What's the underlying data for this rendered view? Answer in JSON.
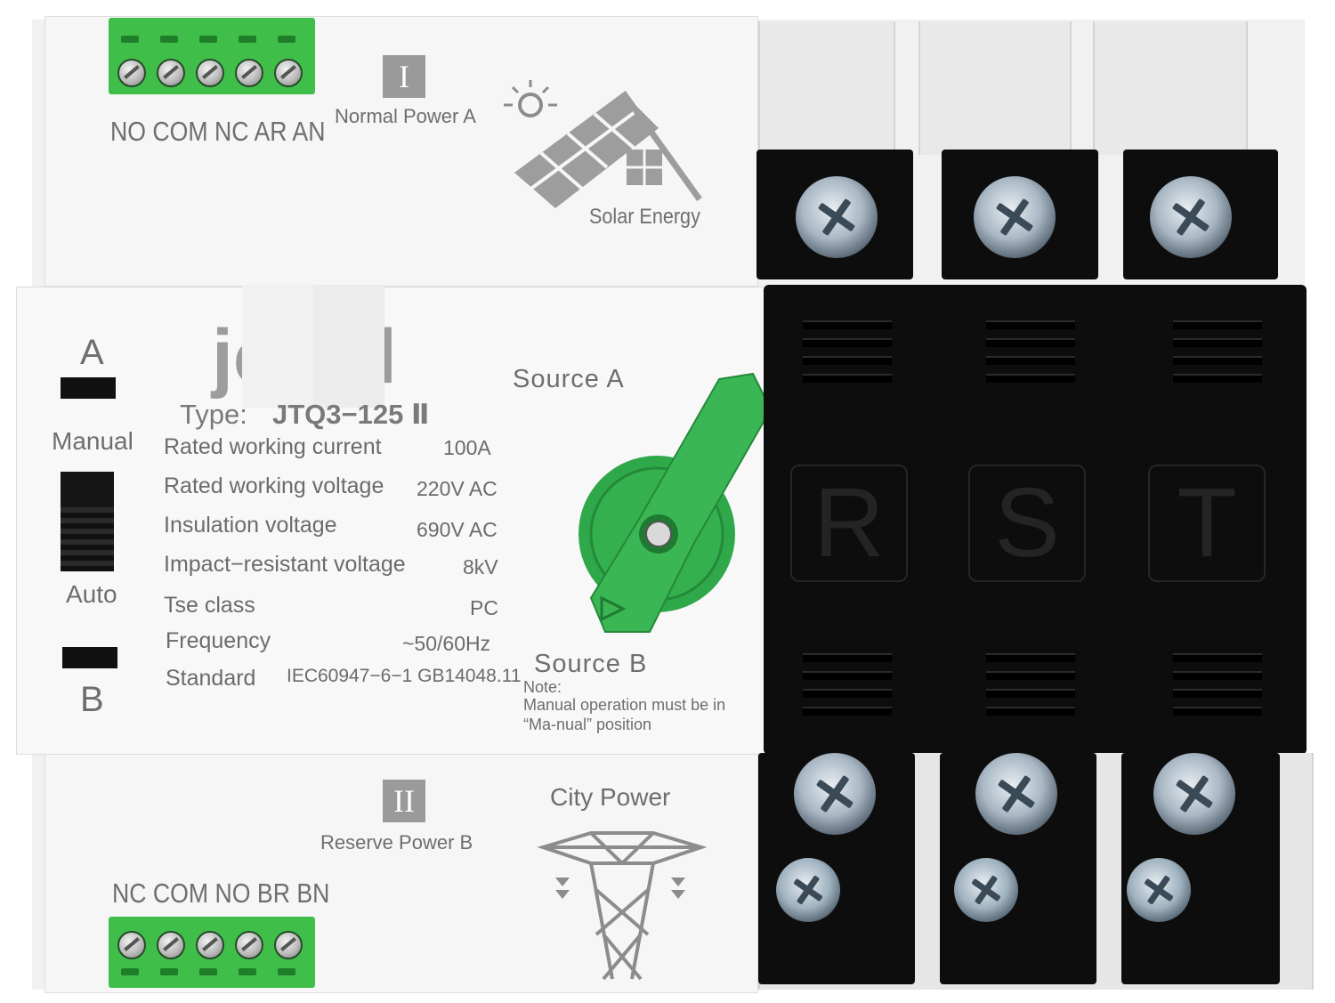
{
  "top_aux": {
    "terminal_labels": "NO COM NC AR AN",
    "roman": "I",
    "title": "Normal Power A",
    "icon_label": "Solar Energy"
  },
  "bottom_aux": {
    "terminal_labels": "NC COM NO BR BN",
    "roman": "II",
    "title": "Reserve Power B",
    "icon_label": "City Power"
  },
  "front_panel": {
    "brand_partial": "jc",
    "brand_end": "l",
    "type_label": "Type:",
    "type_value": "JTQ3−125 Ⅱ",
    "source_a": "Source A",
    "source_b": "Source B",
    "note_title": "Note:",
    "note_line1": "Manual operation must be in",
    "note_line2": "“Ma-nual” position",
    "selector": {
      "top_letter": "A",
      "manual": "Manual",
      "auto": "Auto",
      "bottom_letter": "B"
    },
    "specs": [
      {
        "label": "Rated working current",
        "value": "100A"
      },
      {
        "label": "Rated working voltage",
        "value": "220V AC"
      },
      {
        "label": "Insulation voltage",
        "value": "690V AC"
      },
      {
        "label": "Impact−resistant voltage",
        "value": "8kV"
      },
      {
        "label": "Tse class",
        "value": "PC"
      },
      {
        "label": "Frequency",
        "value": "~50/60Hz"
      },
      {
        "label": "Standard",
        "value": "IEC60947−6−1 GB14048.11"
      }
    ]
  },
  "phases": [
    "R",
    "S",
    "T"
  ],
  "colors": {
    "housing": "#f1f1f1",
    "terminal_green": "#3fbf4a",
    "handle_green": "#2fa84a",
    "black_cover": "#0d0d0d",
    "text_grey": "#6e6e6e"
  }
}
